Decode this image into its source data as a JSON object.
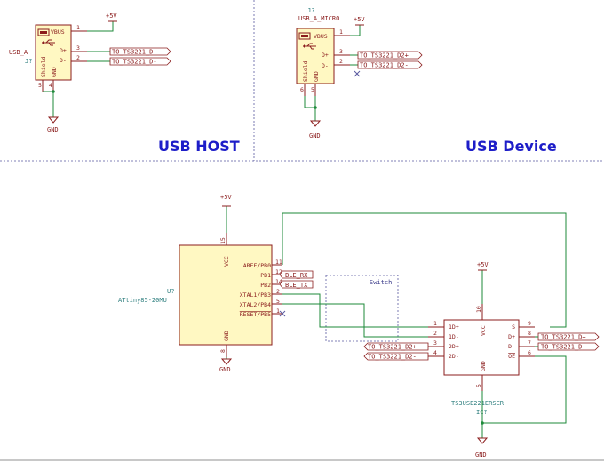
{
  "sections": {
    "host_title": "USB HOST",
    "device_title": "USB Device"
  },
  "power": {
    "vcc": "+5V",
    "gnd": "GND"
  },
  "j_host": {
    "type": "USB_A",
    "ref": "J?",
    "pins": {
      "vbus": "VBUS",
      "dp": "D+",
      "dm": "D-",
      "shield": "Shield",
      "gnd": "GND"
    },
    "pin_numbers": {
      "vbus": "1",
      "dp": "3",
      "dm": "2",
      "shield": "5",
      "gnd": "4"
    },
    "nets": {
      "dp": "TO_TS3221_D+",
      "dm": "TO_TS3221_D-"
    }
  },
  "j_device": {
    "type": "USB_A_MICRO",
    "ref": "J?",
    "pins": {
      "vbus": "VBUS",
      "dp": "D+",
      "dm": "D-",
      "shield": "Shield",
      "gnd": "GND"
    },
    "pin_numbers": {
      "vbus": "1",
      "dp": "3",
      "dm": "2",
      "shield": "6",
      "gnd": "5"
    },
    "nets": {
      "dp": "TO_TS3221_D2+",
      "dm": "TO_TS3221_D2-"
    }
  },
  "u_mcu": {
    "ref": "U?",
    "value": "ATtiny85-20MU",
    "pins": {
      "vcc": "VCC",
      "aref": "AREF/PB0",
      "pb1": "PB1",
      "pb2": "PB2",
      "xtal1": "XTAL1/PB3",
      "xtal2": "XTAL2/PB4",
      "reset": "RESET/PB5",
      "gnd": "GND"
    },
    "pin_numbers": {
      "vcc": "15",
      "aref": "11",
      "pb1": "12",
      "pb2": "14",
      "xtal1": "2",
      "xtal2": "5",
      "reset": "1",
      "gnd": "8"
    },
    "nets": {
      "pb1": "BLE_RX",
      "pb2": "BLE_TX"
    }
  },
  "u_switch": {
    "ref": "IC?",
    "value": "TS3USB221ERSER",
    "pins": {
      "d1p": "1D+",
      "d1m": "1D-",
      "d2p": "2D+",
      "d2m": "2D-",
      "vcc": "VCC",
      "s": "S",
      "dp": "D+",
      "dm": "D-",
      "oe": "OE",
      "gnd": "GND"
    },
    "pin_numbers": {
      "d1p": "1",
      "d1m": "2",
      "d2p": "3",
      "d2m": "4",
      "vcc": "10",
      "s": "9",
      "dp": "8",
      "dm": "7",
      "oe": "6",
      "gnd": "5"
    },
    "nets": {
      "d2p": "TO_TS3221_D2+",
      "d2m": "TO_TS3221_D2-",
      "dp": "TO_TS3221_D+",
      "dm": "TO_TS3221_D-"
    }
  },
  "annotations": {
    "switch_box": "Switch"
  },
  "colors": {
    "wire": "#1c8a3a",
    "symbol": "#8b1d1d",
    "fill": "#fff8c2",
    "section": "#1d1dc8"
  }
}
